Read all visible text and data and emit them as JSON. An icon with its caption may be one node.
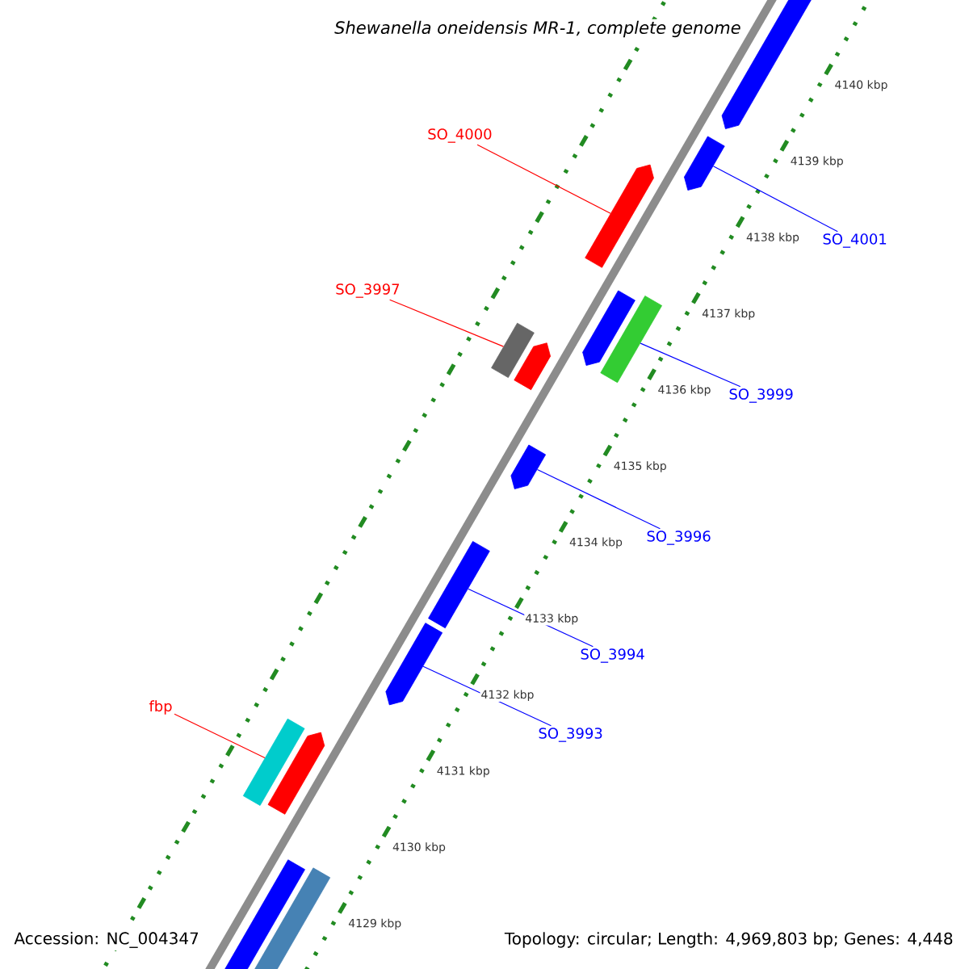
{
  "diagram": {
    "title": "*Shewanella oneidensis MR-1, complete genome*",
    "nodes": [
      {
        "text": [
          "SO_4000"
        ]
      },
      {
        "text": [
          "SO_4001"
        ]
      },
      {
        "text": [
          "SO_3997"
        ]
      },
      {
        "text": [
          "SO_3999"
        ]
      },
      {
        "text": [
          "SO_3996"
        ]
      },
      {
        "text": [
          "SO_3994"
        ]
      },
      {
        "text": [
          "SO_3993"
        ]
      },
      {
        "text": [
          "fbp"
        ]
      },
      {
        "text": [],
        "shape": "bar"
      },
      {
        "text": [],
        "shape": "bar"
      },
      {
        "text": [],
        "shape": "bar"
      },
      {
        "text": [],
        "shape": "bar"
      },
      {
        "text": [],
        "shape": "bar"
      },
      {
        "text": [],
        "shape": "bar"
      },
      {
        "text": [],
        "shape": "bar"
      },
      {
        "text": [],
        "shape": "bar"
      },
      {
        "text": [],
        "shape": "bar"
      },
      {
        "text": [],
        "shape": "bar"
      },
      {
        "text": [],
        "shape": "bar"
      },
      {
        "text": [],
        "shape": "bar"
      },
      {
        "text": [],
        "shape": "bar"
      },
      {
        "text": [],
        "shape": "bar"
      }
    ],
    "edges": [
      {
        "from": 0,
        "to": 8,
        "arrow": "none",
        "color": "#ff0000"
      },
      {
        "from": 1,
        "to": 9,
        "arrow": "none"
      },
      {
        "from": 2,
        "to": 10,
        "arrow": "none",
        "color": "#ff0000"
      },
      {
        "from": 3,
        "to": 11,
        "arrow": "none"
      },
      {
        "from": 4,
        "to": 12,
        "arrow": "none"
      },
      {
        "from": 5,
        "to": 13,
        "arrow": "none"
      },
      {
        "from": 6,
        "to": 14,
        "arrow": "none"
      },
      {
        "from": 7,
        "to": 15,
        "arrow": "none",
        "color": "#ff0000"
      }
    ],
    "labels": [
      "4140 kbp",
      "4139 kbp",
      "4138 kbp",
      "4137 kbp",
      "4136 kbp",
      "4135 kbp",
      "4134 kbp",
      "4133 kbp",
      "4132 kbp",
      "4131 kbp",
      "4130 kbp",
      "4129 kbp",
      "Accession: NC_004347",
      "Topology: circular; Length: 4,969,803 bp; Genes: 4,448"
    ]
  }
}
